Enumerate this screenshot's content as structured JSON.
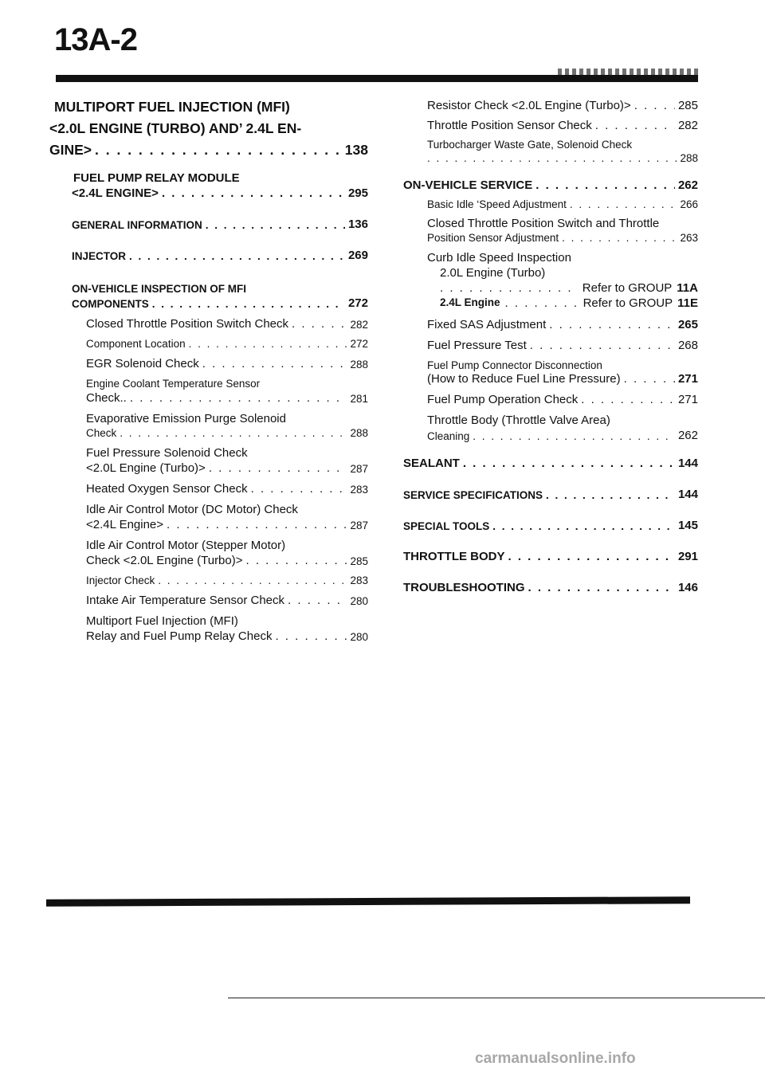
{
  "header": {
    "page_number": "13A-2"
  },
  "left": {
    "main_title_l1": "MULTIPORT FUEL INJECTION (MFI)",
    "main_title_l2": "<2.0L ENGINE (TURBO) AND’ 2.4L EN-",
    "main_title_l3": "GINE>",
    "main_title_page": "138",
    "relay_l1": "FUEL PUMP RELAY MODULE",
    "relay_l2": "<2.4L ENGINE>",
    "relay_page": "295",
    "general": "GENERAL INFORMATION",
    "general_page": "136",
    "injector": "INJECTOR",
    "injector_page": "269",
    "onv_l1": "ON-VEHICLE INSPECTION OF MFI",
    "onv_l2": "COMPONENTS",
    "onv_page": "272",
    "items": {
      "closed_tps": "Closed Throttle Position Switch Check",
      "closed_tps_page": "282",
      "component_loc": "Component Location",
      "component_loc_page": "272",
      "egr": "EGR Solenoid Check",
      "egr_page": "288",
      "ect_l1": "Engine Coolant Temperature Sensor",
      "ect_l2": "Check..",
      "ect_page": "281",
      "evap_l1": "Evaporative Emission Purge Solenoid",
      "evap_l2": "Check",
      "evap_page": "288",
      "fps_l1": "Fuel Pressure Solenoid Check",
      "fps_l2": "<2.0L Engine (Turbo)>",
      "fps_page": "287",
      "ho2s": "Heated Oxygen Sensor Check",
      "ho2s_page": "283",
      "iac_dc_l1": "Idle Air Control Motor (DC Motor) Check",
      "iac_dc_l2": "<2.4L Engine>",
      "iac_dc_page": "287",
      "iac_st_l1": "Idle Air Control Motor (Stepper Motor)",
      "iac_st_l2": "Check <2.0L Engine (Turbo)>",
      "iac_st_page": "285",
      "injector_check": "Injector Check",
      "injector_check_page": "283",
      "iat": "Intake Air Temperature Sensor Check",
      "iat_page": "280",
      "mfi_relay_l1": "Multiport Fuel Injection (MFI)",
      "mfi_relay_l2": "Relay and Fuel Pump Relay Check",
      "mfi_relay_page": "280"
    }
  },
  "right": {
    "resistor": "Resistor Check <2.0L Engine (Turbo)>",
    "resistor_page": "285",
    "tps_check": "Throttle Position Sensor Check",
    "tps_check_page": "282",
    "wastegate_l1": "Turbocharger Waste Gate, Solenoid Check",
    "wastegate_page": "288",
    "onv_service": "ON-VEHICLE SERVICE",
    "onv_service_page": "262",
    "basic_idle": "Basic Idle ‘Speed Adjustment",
    "basic_idle_page": "266",
    "closed_tps_l1": "Closed Throttle Position Switch and Throttle",
    "closed_tps_l2": "Position Sensor Adjustment",
    "closed_tps_page": "263",
    "curb_l1": "Curb Idle Speed Inspection",
    "curb_l2": "2.0L Engine (Turbo)",
    "curb_ref1_label": "Refer to GROUP",
    "curb_ref1_group": "11A",
    "curb_l3": "2.4L Engine",
    "curb_ref2_label": "Refer to GROUP",
    "curb_ref2_group": "11E",
    "fixed_sas": "Fixed SAS Adjustment",
    "fixed_sas_page": "265",
    "fuel_pressure": "Fuel Pressure Test",
    "fuel_pressure_page": "268",
    "fpc_l1": "Fuel Pump Connector Disconnection",
    "fpc_l2": "(How to Reduce Fuel Line Pressure)",
    "fpc_page": "271",
    "fp_op": "Fuel Pump Operation Check",
    "fp_op_page": "271",
    "tb_l1": "Throttle Body (Throttle Valve Area)",
    "tb_l2": "Cleaning",
    "tb_page": "262",
    "sealant": "SEALANT",
    "sealant_page": "144",
    "service_spec": "SERVICE SPECIFICATIONS",
    "service_spec_page": "144",
    "special_tools": "SPECIAL TOOLS",
    "special_tools_page": "145",
    "throttle_body": "THROTTLE BODY",
    "throttle_body_page": "291",
    "troubleshooting": "TROUBLESHOOTING",
    "troubleshooting_page": "146"
  },
  "footer": {
    "watermark": "carmanualsonline.info"
  }
}
